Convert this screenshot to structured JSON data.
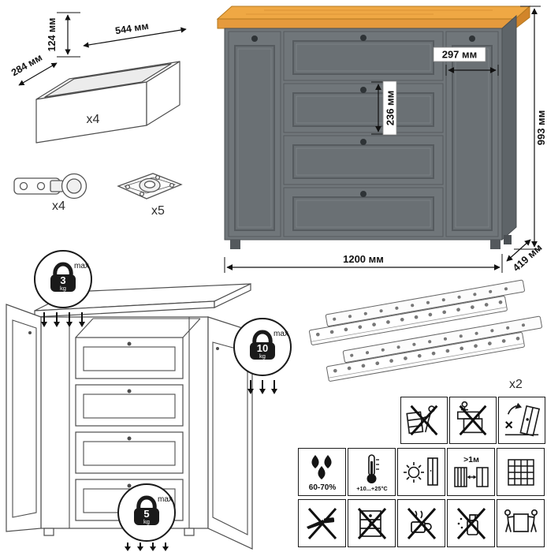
{
  "drawer_box": {
    "height": "124 мм",
    "width": "544 мм",
    "depth": "284 мм",
    "count": "x4"
  },
  "hinge": {
    "count": "x4"
  },
  "mounting_plate": {
    "count": "x5"
  },
  "dresser": {
    "height": "993 мм",
    "width": "1200 мм",
    "depth": "419 мм",
    "door_width": "297 мм",
    "drawer_height": "236 мм"
  },
  "load_badges": {
    "top_surface": {
      "value": "3",
      "unit": "kg",
      "suffix": "max"
    },
    "door_shelf": {
      "value": "10",
      "unit": "kg",
      "suffix": "max"
    },
    "drawer": {
      "value": "5",
      "unit": "kg",
      "suffix": "max"
    }
  },
  "slides": {
    "count": "x2"
  },
  "care": {
    "humidity": "60-70%",
    "temperature": "+10...+25°С",
    "distance": ">1м"
  },
  "palette": {
    "wood": "#E59A3D",
    "wood_top": "#EFA844",
    "wood_side": "#D1852A",
    "body": "#70767A",
    "body_side": "#5E6468",
    "panel": "#6A7074",
    "knob": "#2F3437"
  }
}
